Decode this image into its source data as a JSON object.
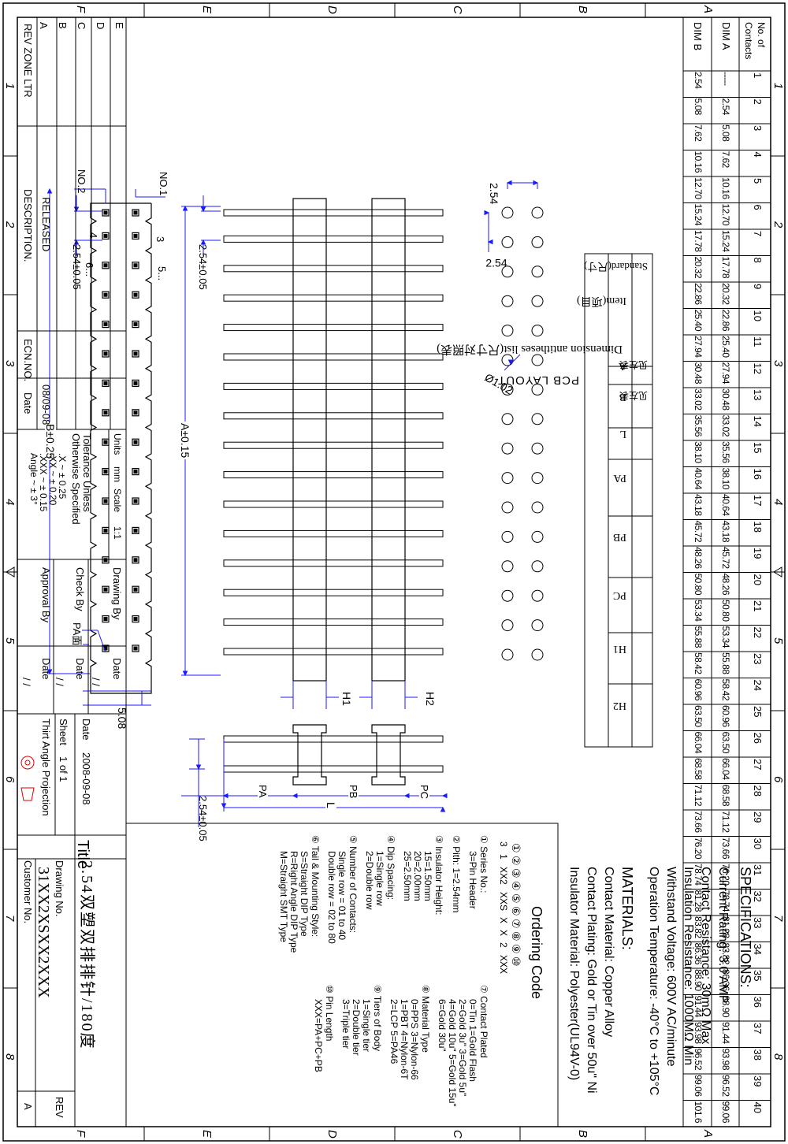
{
  "contacts_table": {
    "headers": [
      "No. of Contacts",
      "DIM A",
      "DIM B"
    ],
    "rows": [
      [
        "1",
        "-----",
        "2.54"
      ],
      [
        "2",
        "2.54",
        "5.08"
      ],
      [
        "3",
        "5.08",
        "7.62"
      ],
      [
        "4",
        "7.62",
        "10.16"
      ],
      [
        "5",
        "10.16",
        "12.70"
      ],
      [
        "6",
        "12.70",
        "15.24"
      ],
      [
        "7",
        "15.24",
        "17.78"
      ],
      [
        "8",
        "17.78",
        "20.32"
      ],
      [
        "9",
        "20.32",
        "22.86"
      ],
      [
        "10",
        "22.86",
        "25.40"
      ],
      [
        "11",
        "25.40",
        "27.94"
      ],
      [
        "12",
        "27.94",
        "30.48"
      ],
      [
        "13",
        "30.48",
        "33.02"
      ],
      [
        "14",
        "33.02",
        "35.56"
      ],
      [
        "15",
        "35.56",
        "38.10"
      ],
      [
        "16",
        "38.10",
        "40.64"
      ],
      [
        "17",
        "40.64",
        "43.18"
      ],
      [
        "18",
        "43.18",
        "45.72"
      ],
      [
        "19",
        "45.72",
        "48.26"
      ],
      [
        "20",
        "48.26",
        "50.80"
      ],
      [
        "21",
        "50.80",
        "53.34"
      ],
      [
        "22",
        "53.34",
        "55.88"
      ],
      [
        "23",
        "55.88",
        "58.42"
      ],
      [
        "24",
        "58.42",
        "60.96"
      ],
      [
        "25",
        "60.96",
        "63.50"
      ],
      [
        "26",
        "63.50",
        "66.04"
      ],
      [
        "27",
        "66.04",
        "68.58"
      ],
      [
        "28",
        "68.58",
        "71.12"
      ],
      [
        "29",
        "71.12",
        "73.66"
      ],
      [
        "30",
        "73.66",
        "76.20"
      ],
      [
        "31",
        "76.20",
        "78.74"
      ],
      [
        "32",
        "78.74",
        "81.28"
      ],
      [
        "33",
        "81.28",
        "83.82"
      ],
      [
        "34",
        "83.82",
        "86.36"
      ],
      [
        "35",
        "86.36",
        "88.90"
      ],
      [
        "36",
        "88.90",
        "91.44"
      ],
      [
        "37",
        "91.44",
        "93.98"
      ],
      [
        "38",
        "93.98",
        "96.52"
      ],
      [
        "39",
        "96.52",
        "99.06"
      ],
      [
        "40",
        "99.06",
        "101.6"
      ]
    ]
  },
  "border_zones": {
    "numbers": [
      "1",
      "2",
      "3",
      "4",
      "5",
      "6",
      "7",
      "8"
    ],
    "letters": [
      "A",
      "B",
      "C",
      "D",
      "E",
      "F"
    ]
  },
  "revision_block": {
    "rows": [
      "E",
      "D",
      "C",
      "B",
      "A"
    ],
    "col_headers": [
      "REV",
      "ZONE",
      "LTR",
      "DESCRIPTION.",
      "ECN.NO.",
      "Date"
    ],
    "released": "RELEASED",
    "date": "08/09-08"
  },
  "tolerance": {
    "title1": "Tolerance Unless",
    "title2": "Otherwise Specified",
    "lines": [
      ".X ~ ± 0.25",
      ".XX ~ ± 0.20",
      ".XXX ~ ± 0.15",
      "Angle ~ ± 3°"
    ],
    "units_label": "Units",
    "units": "mm",
    "scale_label": "Scale",
    "scale": "1:1"
  },
  "signoff": {
    "drawing_by": "Drawing By",
    "check_by": "Check  By",
    "approval_by": "Approval By",
    "date": "Date",
    "slash": "/   /"
  },
  "title_block": {
    "date_label": "Date",
    "date": "2008-09-08",
    "sheet_label": "Sheet",
    "sheet": "1 of 1",
    "projection": "Thirt Angle Projection",
    "title_label": "Title",
    "title": "2.54双塑双排排针/180度",
    "drawing_no_label": "Drawing No.",
    "drawing_no": "31XX2XSXX2XXX",
    "customer_no_label": "Customer No.",
    "rev_label": "REV",
    "rev": "A"
  },
  "dimension_list": {
    "title": "Dimension antitheses list(尺寸对照表)",
    "headers": [
      "Item(项目)",
      "A",
      "B",
      "L",
      "PA",
      "PB",
      "PC",
      "H1",
      "H2"
    ],
    "standard_label": "Standard(尺寸)",
    "standard": [
      "见左表",
      "见左表",
      "",
      "",
      "",
      "",
      "",
      ""
    ]
  },
  "pcb": {
    "title": "PCB LAYOUT",
    "pitch_x": "2.54",
    "pitch_y": "2.54",
    "hole": "Ø1.02",
    "rows": 16
  },
  "side_view": {
    "h1": "H1",
    "h2": "H2",
    "a_dim": "A±0.15",
    "pitch": "2.54±0.05",
    "pins": 16
  },
  "end_view": {
    "pc": "PC",
    "pb": "PB",
    "pa": "PA",
    "l": "L",
    "pitch": "2.54±0.05"
  },
  "top_view": {
    "no1": "NO.1",
    "no2": "NO.2",
    "n3": "3",
    "n4": "4",
    "n5": "5...",
    "n6": "6...",
    "b_dim": "B±0.25",
    "pitch": "2.54±0.05",
    "width": "5.08",
    "pa_face": "PA面",
    "rows": 16
  },
  "specifications": {
    "title": "SPECIFICATIONS:",
    "lines": [
      "Current Rating: 3.0 AMP",
      "Contact Resistance: 30mΩ Max",
      "Insulation Resistance: 1000MΩ Min",
      "Withstand Voltage: 600V AC/minute",
      "Operation Temperature: -40°C to +105°C"
    ]
  },
  "materials": {
    "title": "MATERIALS:",
    "lines": [
      "Contact Material: Copper Alloy",
      "Contact Plating: Gold or Tin over 50u\" Ni",
      "Insulator Material: Polyester(UL94V-0)"
    ]
  },
  "ordering": {
    "title": "Ordering  Code",
    "circles": [
      "①",
      "②",
      "③",
      "④",
      "⑤",
      "⑥",
      "⑦",
      "⑧",
      "⑨",
      "⑩"
    ],
    "example": [
      "3",
      "1",
      "XX",
      "2",
      "XX",
      "S",
      "X",
      "X",
      "2",
      "XXX"
    ],
    "col1": [
      {
        "h": "① Series  No.:",
        "l": [
          "3=Pin Header"
        ]
      },
      {
        "h": "② Pith: 1=2.54mm",
        "l": []
      },
      {
        "h": "③ Insulator Height:",
        "l": [
          "15=1.50mm",
          "20=2.00mm",
          "25=2.50mm"
        ]
      },
      {
        "h": "④ Dip Spacing:",
        "l": [
          "1=Single  row",
          "2=Double row"
        ]
      },
      {
        "h": "⑤ Number of Contacts:",
        "l": [
          "Single  row = 01 to 40",
          "Double  row = 02 to 80"
        ]
      },
      {
        "h": "⑥ Tail & Mounting Style:",
        "l": [
          "S=Straight  DIP Type",
          "R=Right Angle DIP Type",
          "M=Straight SMT Type"
        ]
      }
    ],
    "col2": [
      {
        "h": "⑦ Contact  Plated",
        "l": [
          "0=Tin          1=Gold Flash",
          "2=Gold  3u\"   3=Gold  5u\"",
          "4=Gold 10u\"  5=Gold 15u\"",
          "6=Gold  30u\""
        ]
      },
      {
        "h": "⑧ Material  Type",
        "l": [
          "0=PPS         3=Nylon-66",
          "1=PBT         4=Nylon-6T",
          "2=LCP         5=PA46"
        ]
      },
      {
        "h": "⑨ Tiers of Body",
        "l": [
          "1=Single  tier",
          "2=Double tier",
          "3=Triple tier"
        ]
      },
      {
        "h": "⑩ Pin Length",
        "l": [
          "XXX=PA+PC+PB"
        ]
      }
    ]
  }
}
